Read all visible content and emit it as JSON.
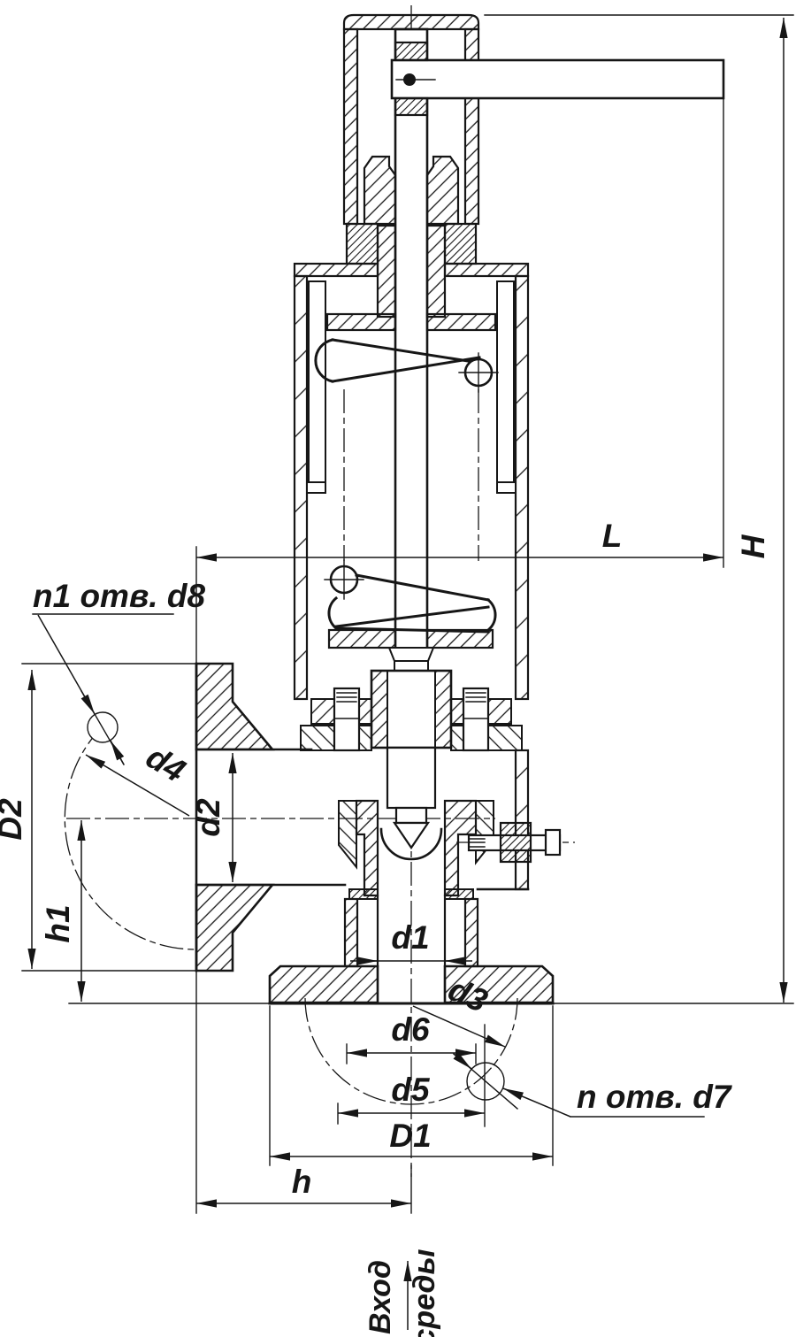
{
  "labels": {
    "H": "H",
    "L": "L",
    "D2": "D2",
    "h1": "h1",
    "d2": "d2",
    "d4": "d4",
    "d1": "d1",
    "d3": "d3",
    "d6": "d6",
    "d5": "d5",
    "D1": "D1",
    "h": "h",
    "holes_top": "n1 отв. d8",
    "holes_bottom": "n отв. d7",
    "inlet_word1": "Вход",
    "inlet_word2": "среды"
  },
  "colors": {
    "line": "#161616",
    "background": "#ffffff"
  }
}
